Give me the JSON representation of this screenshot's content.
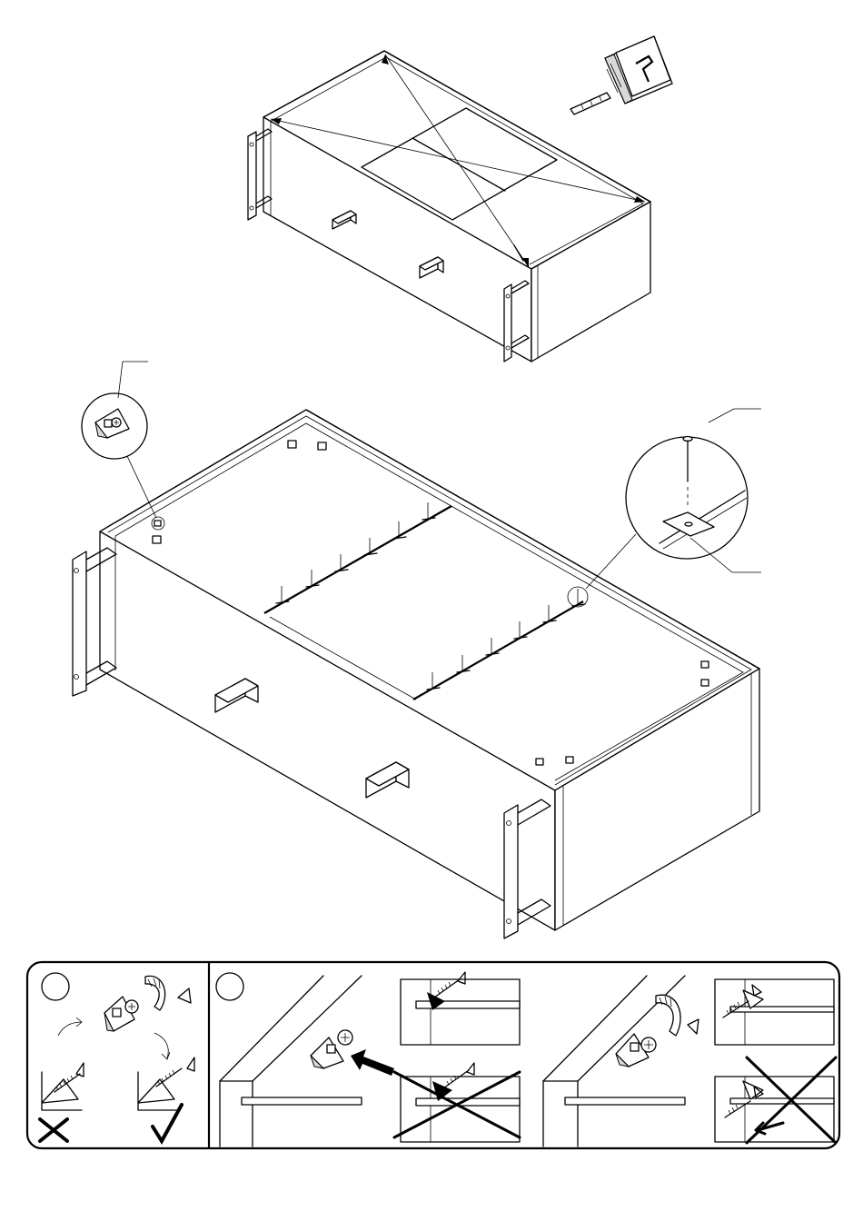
{
  "sheet": {
    "type": "furniture-assembly-instructions",
    "steps": {
      "upper": "cabinet-squaring-with-diagonal-measure",
      "lower": "back-panel-nailing-and-cam-fittings"
    },
    "legend": {
      "step_badges": [
        "",
        ""
      ],
      "marks": {
        "wrong": "cross-mark",
        "right": "check-mark"
      }
    },
    "icons": [
      "tape-measure-icon",
      "cam-connector-icon",
      "nail-icon",
      "screw-icon",
      "rotation-arrow-icon",
      "push-arrow-icon"
    ]
  }
}
